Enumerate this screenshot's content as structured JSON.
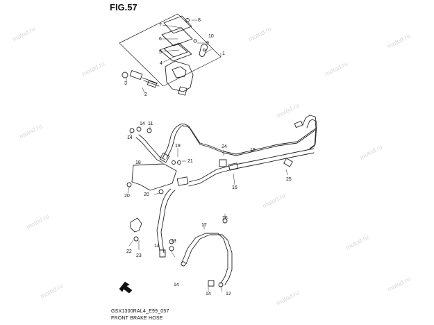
{
  "figure": {
    "title": "FIG.57",
    "model_code": "GSX1300RAL4_E99_057",
    "caption": "FRONT BRAKE HOSE"
  },
  "watermark": "motod.ru",
  "callouts": {
    "c1": "1",
    "c2": "2",
    "c3": "3",
    "c4": "4",
    "c5": "5",
    "c6": "6",
    "c7": "7",
    "c8": "8",
    "c9": "9",
    "c10": "10",
    "c11": "11",
    "c14a": "14",
    "c14b": "14",
    "c14c": "14",
    "c14d": "14",
    "c15": "15",
    "c16": "16",
    "c17": "17",
    "c18": "18",
    "c19": "19",
    "c20a": "20",
    "c20b": "20",
    "c21": "21",
    "c22": "22",
    "c23": "23",
    "c24": "24",
    "c25": "25",
    "c26": "26",
    "c12": "12"
  },
  "colors": {
    "line": "#222222",
    "watermark": "#d8d8d8"
  },
  "icons": [
    "front-direction-arrow-icon"
  ]
}
